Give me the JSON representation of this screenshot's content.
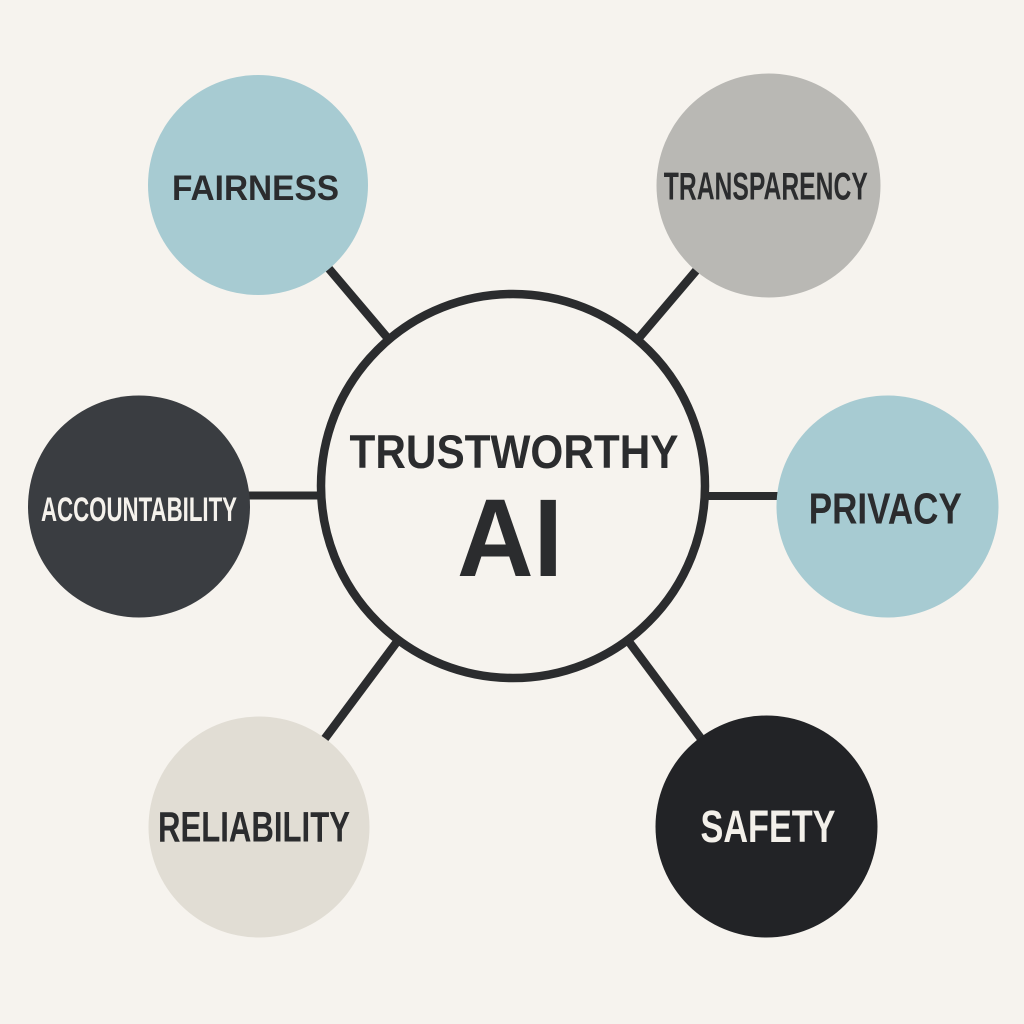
{
  "diagram": {
    "title": "Trustworthy AI",
    "background_color": "#f6f3ee",
    "connector_color": "#2b2c2e",
    "center_node": {
      "label_line1": "TRUSTWORTHY",
      "label_line2": "AI",
      "fill": "#f6f3ee",
      "stroke": "#2b2c2e",
      "text_color": "#2b2c2e"
    },
    "nodes": [
      {
        "id": "fairness",
        "label": "FAIRNESS",
        "fill": "#a7cbd2",
        "text_color": "#2b2c2e"
      },
      {
        "id": "transparency",
        "label": "TRANSPARENCY",
        "fill": "#b9b8b4",
        "text_color": "#2b2c2e"
      },
      {
        "id": "accountability",
        "label": "ACCOUNTABILITY",
        "fill": "#3a3d41",
        "text_color": "#f5f2ec"
      },
      {
        "id": "privacy",
        "label": "PRIVACY",
        "fill": "#a7cbd2",
        "text_color": "#2b2c2e"
      },
      {
        "id": "reliability",
        "label": "RELIABILITY",
        "fill": "#e1ddd4",
        "text_color": "#2b2c2e"
      },
      {
        "id": "safety",
        "label": "SAFETY",
        "fill": "#222326",
        "text_color": "#f3f0ea"
      }
    ]
  }
}
